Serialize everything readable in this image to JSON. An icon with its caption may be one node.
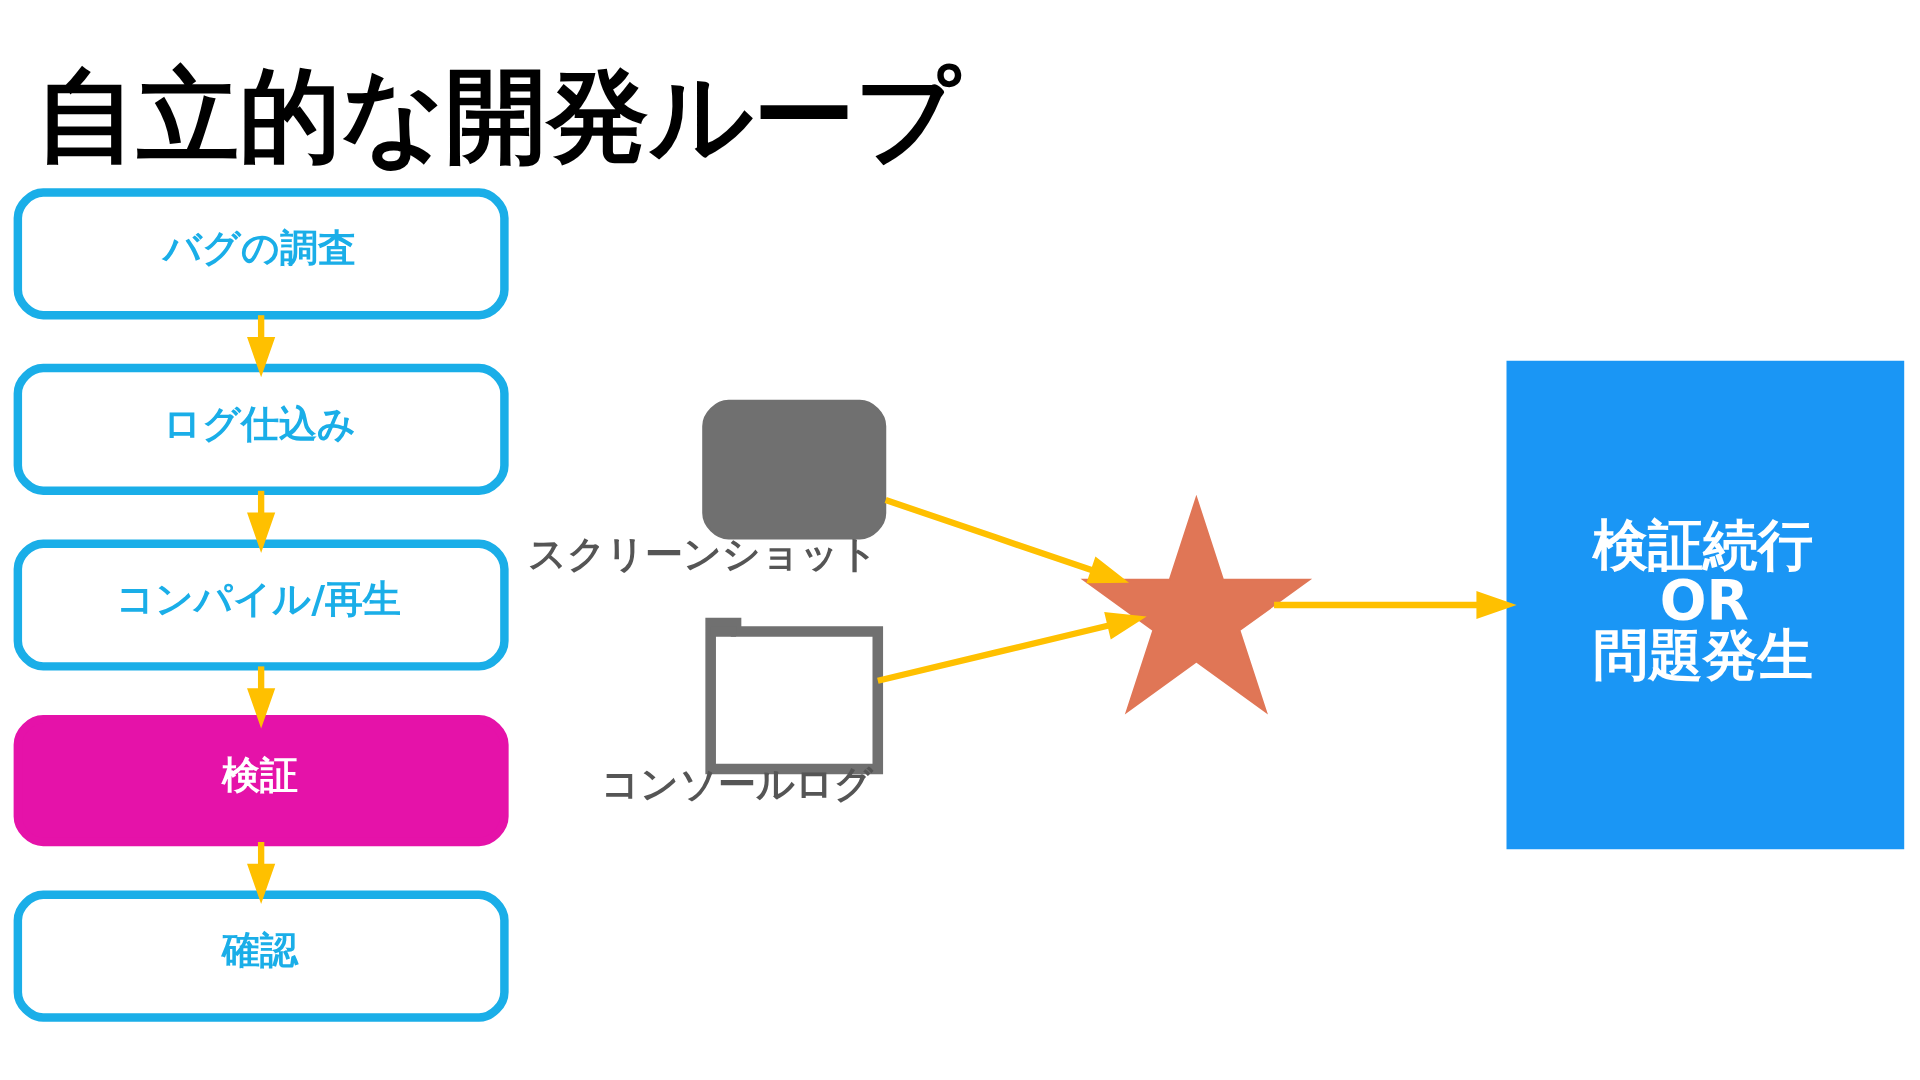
{
  "diagram": {
    "title": "自立的な開発ループ",
    "nodes": [
      {
        "text": [
          "バグの調査"
        ]
      },
      {
        "text": [
          "ログ仕込み"
        ]
      },
      {
        "text": [
          "コンパイル/再生"
        ]
      },
      {
        "text": [
          "検証"
        ]
      },
      {
        "text": [
          "確認"
        ]
      },
      {
        "text": [],
        "shape": "camera",
        "beside": [
          "スクリーンショット"
        ]
      },
      {
        "text": [],
        "shape": "window",
        "beside": [
          "コンソールログ"
        ]
      },
      {
        "text": [],
        "shape": "star"
      },
      {
        "text": [
          "検証続行",
          "OR",
          "問題発生"
        ]
      }
    ],
    "edges": [
      {
        "from": 0,
        "to": 1,
        "arrow": "to"
      },
      {
        "from": 1,
        "to": 2,
        "arrow": "to"
      },
      {
        "from": 2,
        "to": 3,
        "arrow": "to"
      },
      {
        "from": 3,
        "to": 4,
        "arrow": "to"
      },
      {
        "from": 5,
        "to": 7,
        "arrow": "to"
      },
      {
        "from": 6,
        "to": 7,
        "arrow": "to"
      },
      {
        "from": 7,
        "to": 8,
        "arrow": "to"
      }
    ]
  }
}
